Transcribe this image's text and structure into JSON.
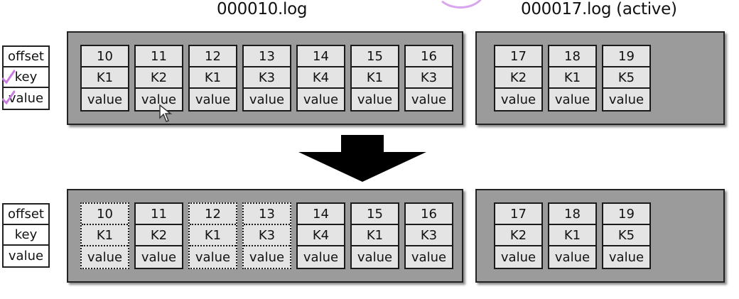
{
  "titles": {
    "old_segment": "000010.log",
    "active_segment": "000017.log (active)"
  },
  "legend": {
    "offset": "offset",
    "key": "key",
    "value": "value"
  },
  "before": {
    "old_segment": [
      {
        "offset": "10",
        "key": "K1",
        "value": "value"
      },
      {
        "offset": "11",
        "key": "K2",
        "value": "value"
      },
      {
        "offset": "12",
        "key": "K1",
        "value": "value"
      },
      {
        "offset": "13",
        "key": "K3",
        "value": "value"
      },
      {
        "offset": "14",
        "key": "K4",
        "value": "value"
      },
      {
        "offset": "15",
        "key": "K1",
        "value": "value"
      },
      {
        "offset": "16",
        "key": "K3",
        "value": "value"
      }
    ],
    "active_segment": [
      {
        "offset": "17",
        "key": "K2",
        "value": "value"
      },
      {
        "offset": "18",
        "key": "K1",
        "value": "value"
      },
      {
        "offset": "19",
        "key": "K5",
        "value": "value"
      }
    ]
  },
  "after": {
    "old_segment": [
      {
        "offset": "10",
        "key": "K1",
        "value": "value",
        "removed": true
      },
      {
        "offset": "11",
        "key": "K2",
        "value": "value",
        "removed": false
      },
      {
        "offset": "12",
        "key": "K1",
        "value": "value",
        "removed": true
      },
      {
        "offset": "13",
        "key": "K3",
        "value": "value",
        "removed": true
      },
      {
        "offset": "14",
        "key": "K4",
        "value": "value",
        "removed": false
      },
      {
        "offset": "15",
        "key": "K1",
        "value": "value",
        "removed": false
      },
      {
        "offset": "16",
        "key": "K3",
        "value": "value",
        "removed": false
      }
    ],
    "active_segment": [
      {
        "offset": "17",
        "key": "K2",
        "value": "value"
      },
      {
        "offset": "18",
        "key": "K1",
        "value": "value"
      },
      {
        "offset": "19",
        "key": "K5",
        "value": "value"
      }
    ]
  },
  "colors": {
    "segment_fill": "#9b9b9b",
    "record_fill": "#e4e4e4",
    "annotation": "#c77de0"
  },
  "icons": {
    "arrow": "down-arrow-icon",
    "cursor": "mouse-pointer-icon",
    "check": "check-icon"
  }
}
